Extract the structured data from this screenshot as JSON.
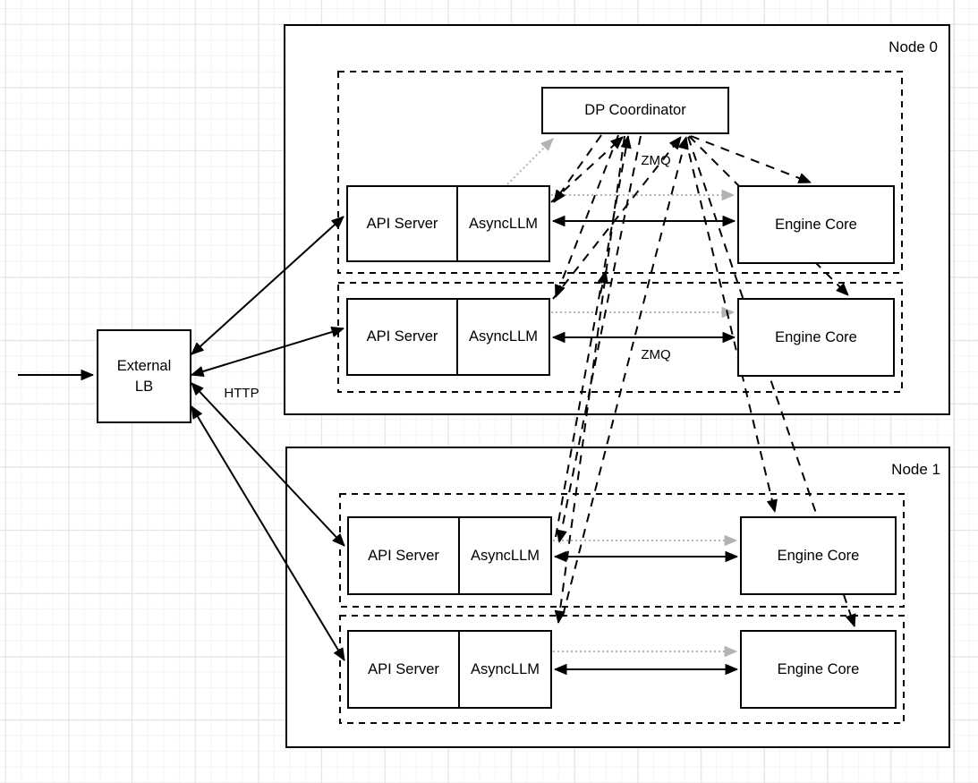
{
  "external_lb": {
    "line1": "External",
    "line2": "LB"
  },
  "dp_coordinator": {
    "label": "DP Coordinator"
  },
  "node0": {
    "label": "Node 0",
    "rows": [
      {
        "api_server": "API Server",
        "asyncllm": "AsyncLLM",
        "engine_core": "Engine Core"
      },
      {
        "api_server": "API Server",
        "asyncllm": "AsyncLLM",
        "engine_core": "Engine Core"
      }
    ]
  },
  "node1": {
    "label": "Node 1",
    "rows": [
      {
        "api_server": "API Server",
        "asyncllm": "AsyncLLM",
        "engine_core": "Engine Core"
      },
      {
        "api_server": "API Server",
        "asyncllm": "AsyncLLM",
        "engine_core": "Engine Core"
      }
    ]
  },
  "edge_labels": {
    "zmq_coordinator": "ZMQ",
    "zmq_row2": "ZMQ",
    "http": "HTTP"
  },
  "colors": {
    "stroke": "#000000",
    "dotted_arrow": "#b3b3b3",
    "box_fill": "#ffffff",
    "grid_minor": "#f5f3f3",
    "grid_major": "#e3e1e1"
  }
}
